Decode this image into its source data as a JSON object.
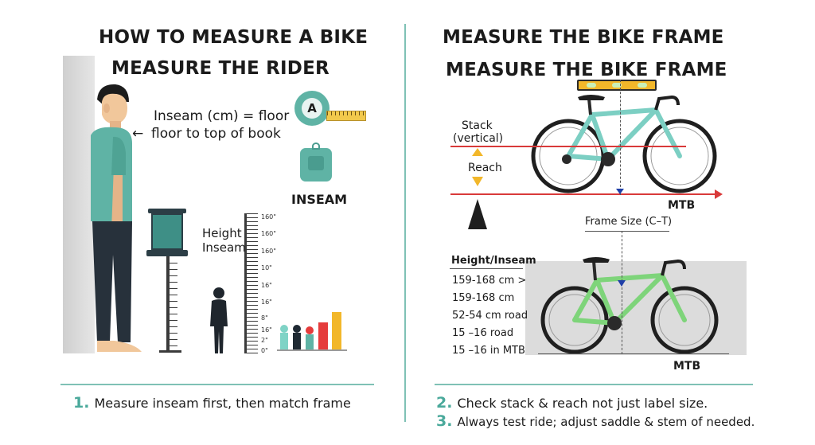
{
  "colors": {
    "accent": "#4aa99b",
    "shirt": "#5fb3a5",
    "bike_teal": "#7ccfc3",
    "bike_green": "#7ed47a",
    "level_yellow": "#f2b72a",
    "guide_red": "#d93a3a"
  },
  "left": {
    "title": "HOW TO MEASURE A BIKE",
    "subtitle": "MEASURE THE RIDER",
    "inseam_note_line1": "Inseam (cm) = floor",
    "inseam_note_line2": "floor to top of book",
    "arrow_glyph": "←",
    "tape_badge": "A",
    "inseam_label": "INSEAM",
    "height_label": "Height",
    "inseam_label2": "Inseam",
    "ruler_ticks": [
      "160\"",
      "160\"",
      "160\"",
      "10\"",
      "16\"",
      "16\"",
      "8\"",
      "16\"",
      "2\"",
      "0\""
    ],
    "bar_colors": [
      "#7fd3c6",
      "#1f2a33",
      "#5fb3a5",
      "#e53b3b",
      "#f2b72a"
    ]
  },
  "right": {
    "title": "MEASURE THE BIKE FRAME",
    "subtitle": "MEASURE THE BIKE FRAME",
    "stack_label": "Stack",
    "stack_sub": "(vertical)",
    "reach_label": "Reach",
    "mtb_top": "MTB",
    "frame_size": "Frame Size (C–T)",
    "table_header": "Height/Inseam",
    "table_rows": [
      "159-168 cm >",
      "159-168 cm",
      "52-54 cm road",
      "15 –16 road",
      "15 –16 in MTB"
    ],
    "mtb_bottom": "MTB"
  },
  "steps": {
    "s1_num": "1.",
    "s1_text": "Measure inseam first, then match frame",
    "s2_num": "2.",
    "s2_text": "Check stack & reach not just label size.",
    "s3_num": "3.",
    "s3_text": "Always test ride; adjust saddle & stem of needed."
  }
}
